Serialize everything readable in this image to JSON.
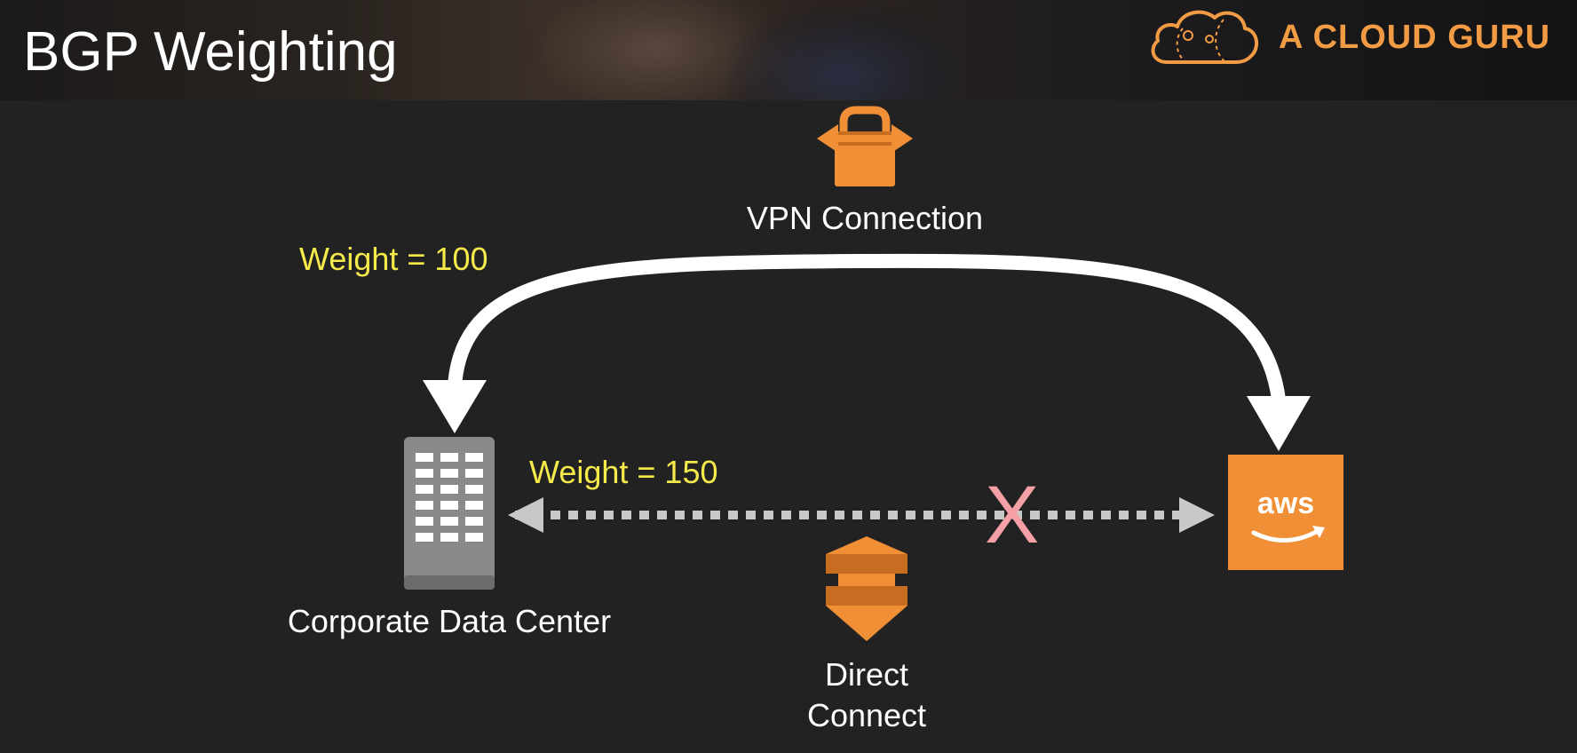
{
  "slide": {
    "title": "BGP Weighting",
    "brand_name": "A CLOUD GURU"
  },
  "diagram": {
    "vpn_label": "VPN Connection",
    "vpn_weight": "Weight = 100",
    "dc_weight": "Weight = 150",
    "datacenter_label": "Corporate Data Center",
    "direct_connect_label_line1": "Direct",
    "direct_connect_label_line2": "Connect",
    "aws_label": "aws",
    "failure_mark": "X"
  },
  "colors": {
    "background": "#222222",
    "brand": "#f29b45",
    "aws_orange": "#f08f35",
    "weight_text": "#f5ea4a",
    "failure_mark": "#f4a0a6"
  }
}
